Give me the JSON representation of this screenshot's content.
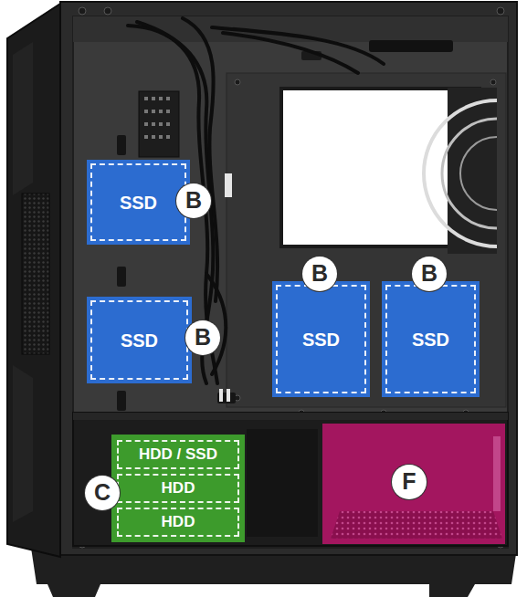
{
  "diagram": {
    "nodes": [
      {
        "text": [
          "SSD"
        ]
      },
      {
        "text": [
          "B"
        ]
      },
      {
        "text": [
          "B"
        ]
      },
      {
        "text": [
          "B"
        ]
      },
      {
        "text": [
          "SSD"
        ]
      },
      {
        "text": [
          "B"
        ]
      },
      {
        "text": [
          "SSD"
        ]
      },
      {
        "text": [
          "SSD"
        ]
      },
      {
        "text": [
          "HDD / SSD"
        ]
      },
      {
        "text": [
          "HDD"
        ]
      },
      {
        "text": [
          "HDD"
        ]
      },
      {
        "text": [
          "C"
        ]
      },
      {
        "text": [
          "F"
        ]
      }
    ]
  }
}
